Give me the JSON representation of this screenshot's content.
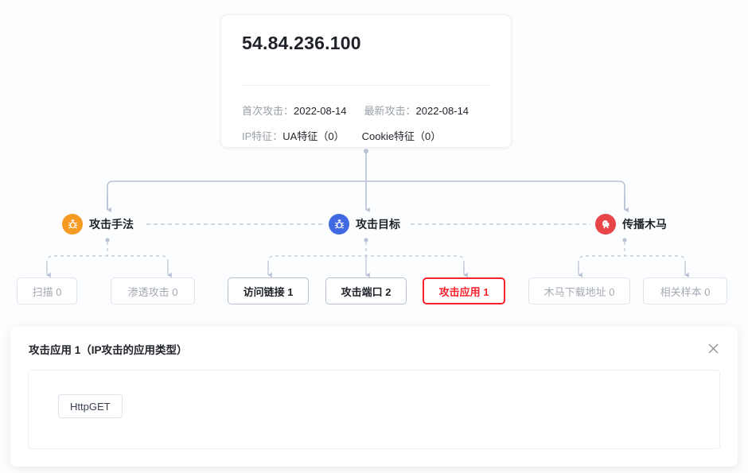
{
  "card": {
    "ip": "54.84.236.100",
    "first_attack_label": "首次攻击：",
    "first_attack_value": "2022-08-14",
    "last_attack_label": "最新攻击：",
    "last_attack_value": "2022-08-14",
    "ip_feature_label": "IP特征：",
    "ua_feature": "UA特征（0）",
    "cookie_feature": "Cookie特征（0）"
  },
  "categories": [
    {
      "label": "攻击手法",
      "icon": "bug-icon",
      "color": "#f59a23"
    },
    {
      "label": "攻击目标",
      "icon": "bug-icon",
      "color": "#4169e1"
    },
    {
      "label": "传播木马",
      "icon": "trojan-icon",
      "color": "#e8454b"
    }
  ],
  "leaves": [
    {
      "label": "扫描 0",
      "state": "empty"
    },
    {
      "label": "渗透攻击 0",
      "state": "empty"
    },
    {
      "label": "访问链接 1",
      "state": "filled"
    },
    {
      "label": "攻击端口 2",
      "state": "filled"
    },
    {
      "label": "攻击应用 1",
      "state": "active"
    },
    {
      "label": "木马下载地址 0",
      "state": "empty"
    },
    {
      "label": "相关样本 0",
      "state": "empty"
    }
  ],
  "detail": {
    "title": "攻击应用 1（IP攻击的应用类型）",
    "close_icon": "close-icon",
    "tags": [
      "HttpGET"
    ]
  },
  "colors": {
    "accent_red": "#f5222d",
    "line": "#b7c2d4",
    "text_primary": "#1f2329",
    "text_muted": "#9aa0a9"
  }
}
